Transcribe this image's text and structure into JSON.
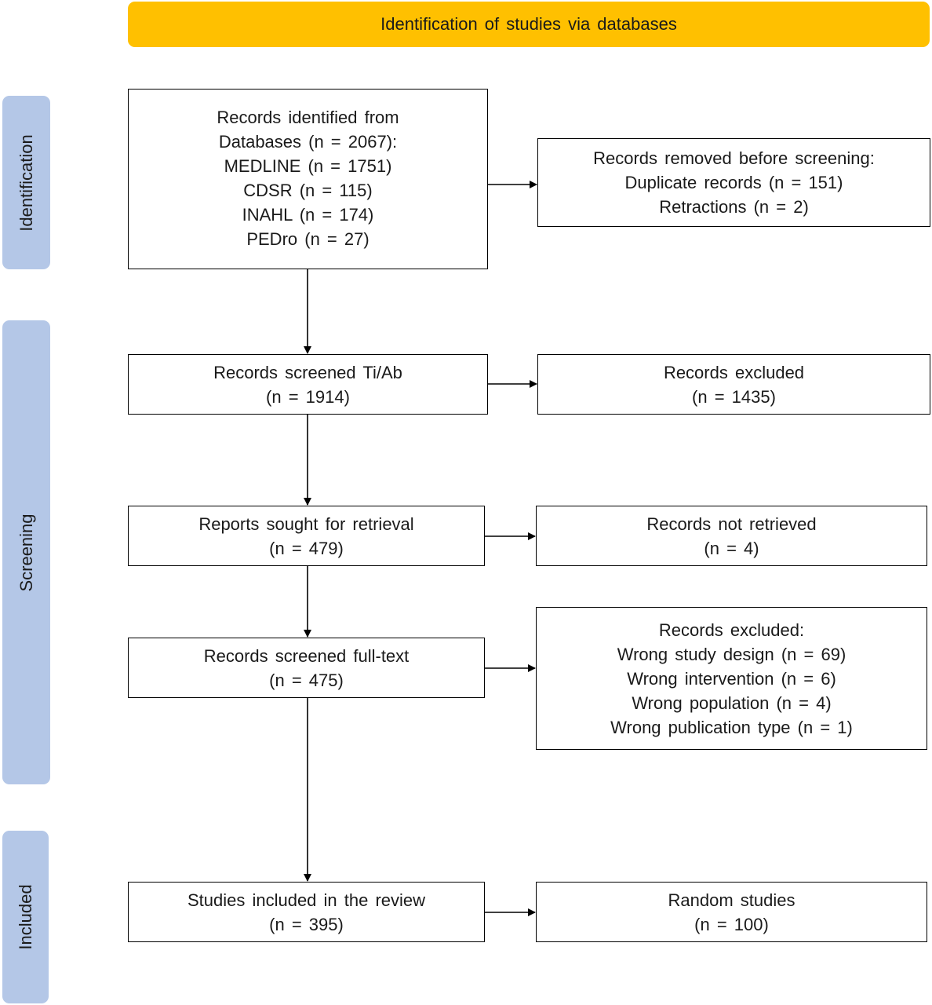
{
  "header": {
    "title": "Identification of studies via databases"
  },
  "phases": {
    "identification": "Identification",
    "screening": "Screening",
    "included": "Included"
  },
  "boxes": {
    "identified": {
      "lines": [
        "Records identified from",
        "Databases (n = 2067):",
        "MEDLINE (n = 1751)",
        "CDSR (n = 115)",
        "INAHL (n = 174)",
        "PEDro (n = 27)"
      ]
    },
    "removed": {
      "lines": [
        "Records removed before screening:",
        "Duplicate records (n = 151)",
        "Retractions (n = 2)"
      ]
    },
    "screened_tiab": {
      "lines": [
        "Records screened Ti/Ab",
        "(n = 1914)"
      ]
    },
    "excluded_tiab": {
      "lines": [
        "Records excluded",
        "(n = 1435)"
      ]
    },
    "sought": {
      "lines": [
        "Reports sought for retrieval",
        "(n = 479)"
      ]
    },
    "not_retrieved": {
      "lines": [
        "Records not retrieved",
        "(n = 4)"
      ]
    },
    "screened_full": {
      "lines": [
        "Records screened full-text",
        "(n = 475)"
      ]
    },
    "excluded_full": {
      "lines": [
        "Records excluded:",
        "Wrong study design (n = 69)",
        "Wrong intervention (n = 6)",
        "Wrong population (n = 4)",
        "Wrong publication type (n = 1)"
      ]
    },
    "included": {
      "lines": [
        "Studies included in the review",
        "(n = 395)"
      ]
    },
    "random": {
      "lines": [
        "Random studies",
        "(n = 100)"
      ]
    }
  }
}
